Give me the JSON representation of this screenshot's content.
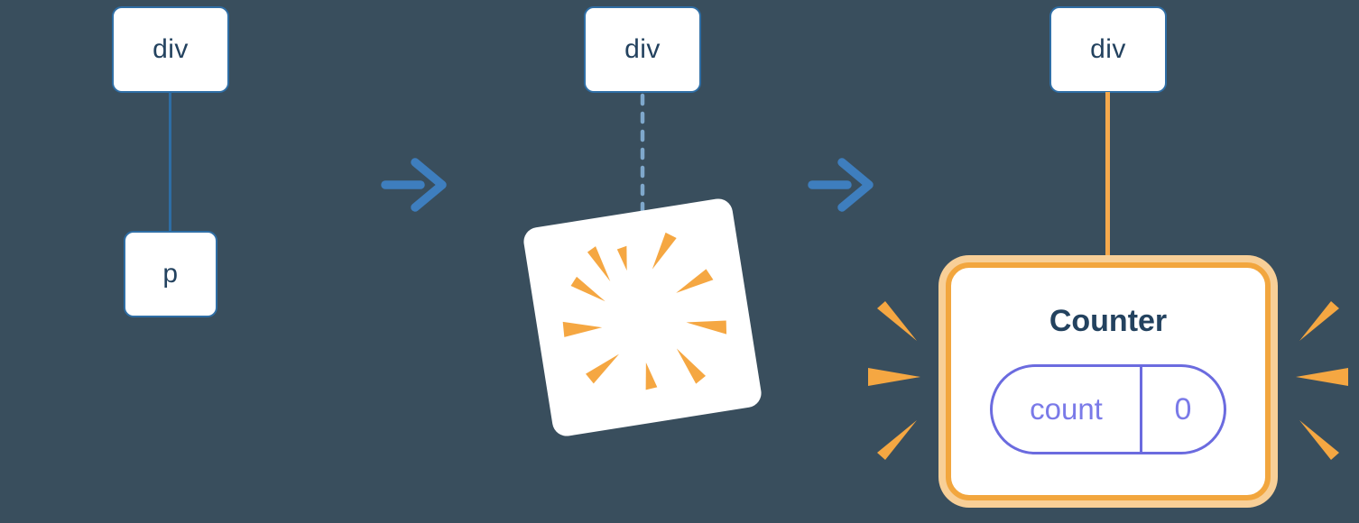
{
  "stage1": {
    "parent_label": "div",
    "child_label": "p"
  },
  "stage2": {
    "parent_label": "div"
  },
  "stage3": {
    "parent_label": "div",
    "component": {
      "title": "Counter",
      "state_key": "count",
      "state_value": "0"
    }
  },
  "icons": {
    "transition_arrow": "arrow-right-icon",
    "destroy_burst": "burst-icon",
    "emphasis_sparkles": "sparkle-icon"
  },
  "colors": {
    "background": "#394E5D",
    "node_border": "#2F6EA5",
    "node_text": "#23425F",
    "edge_blue": "#2E6DA4",
    "edge_dashed_blue": "#7FA8CC",
    "arrow_blue": "#3E7EBE",
    "accent_orange": "#F5A742",
    "accent_orange_light": "#F8CF97",
    "pill_border": "#6B6BDF",
    "pill_text": "#7A7AE8",
    "card_background": "#FFFFFF"
  }
}
